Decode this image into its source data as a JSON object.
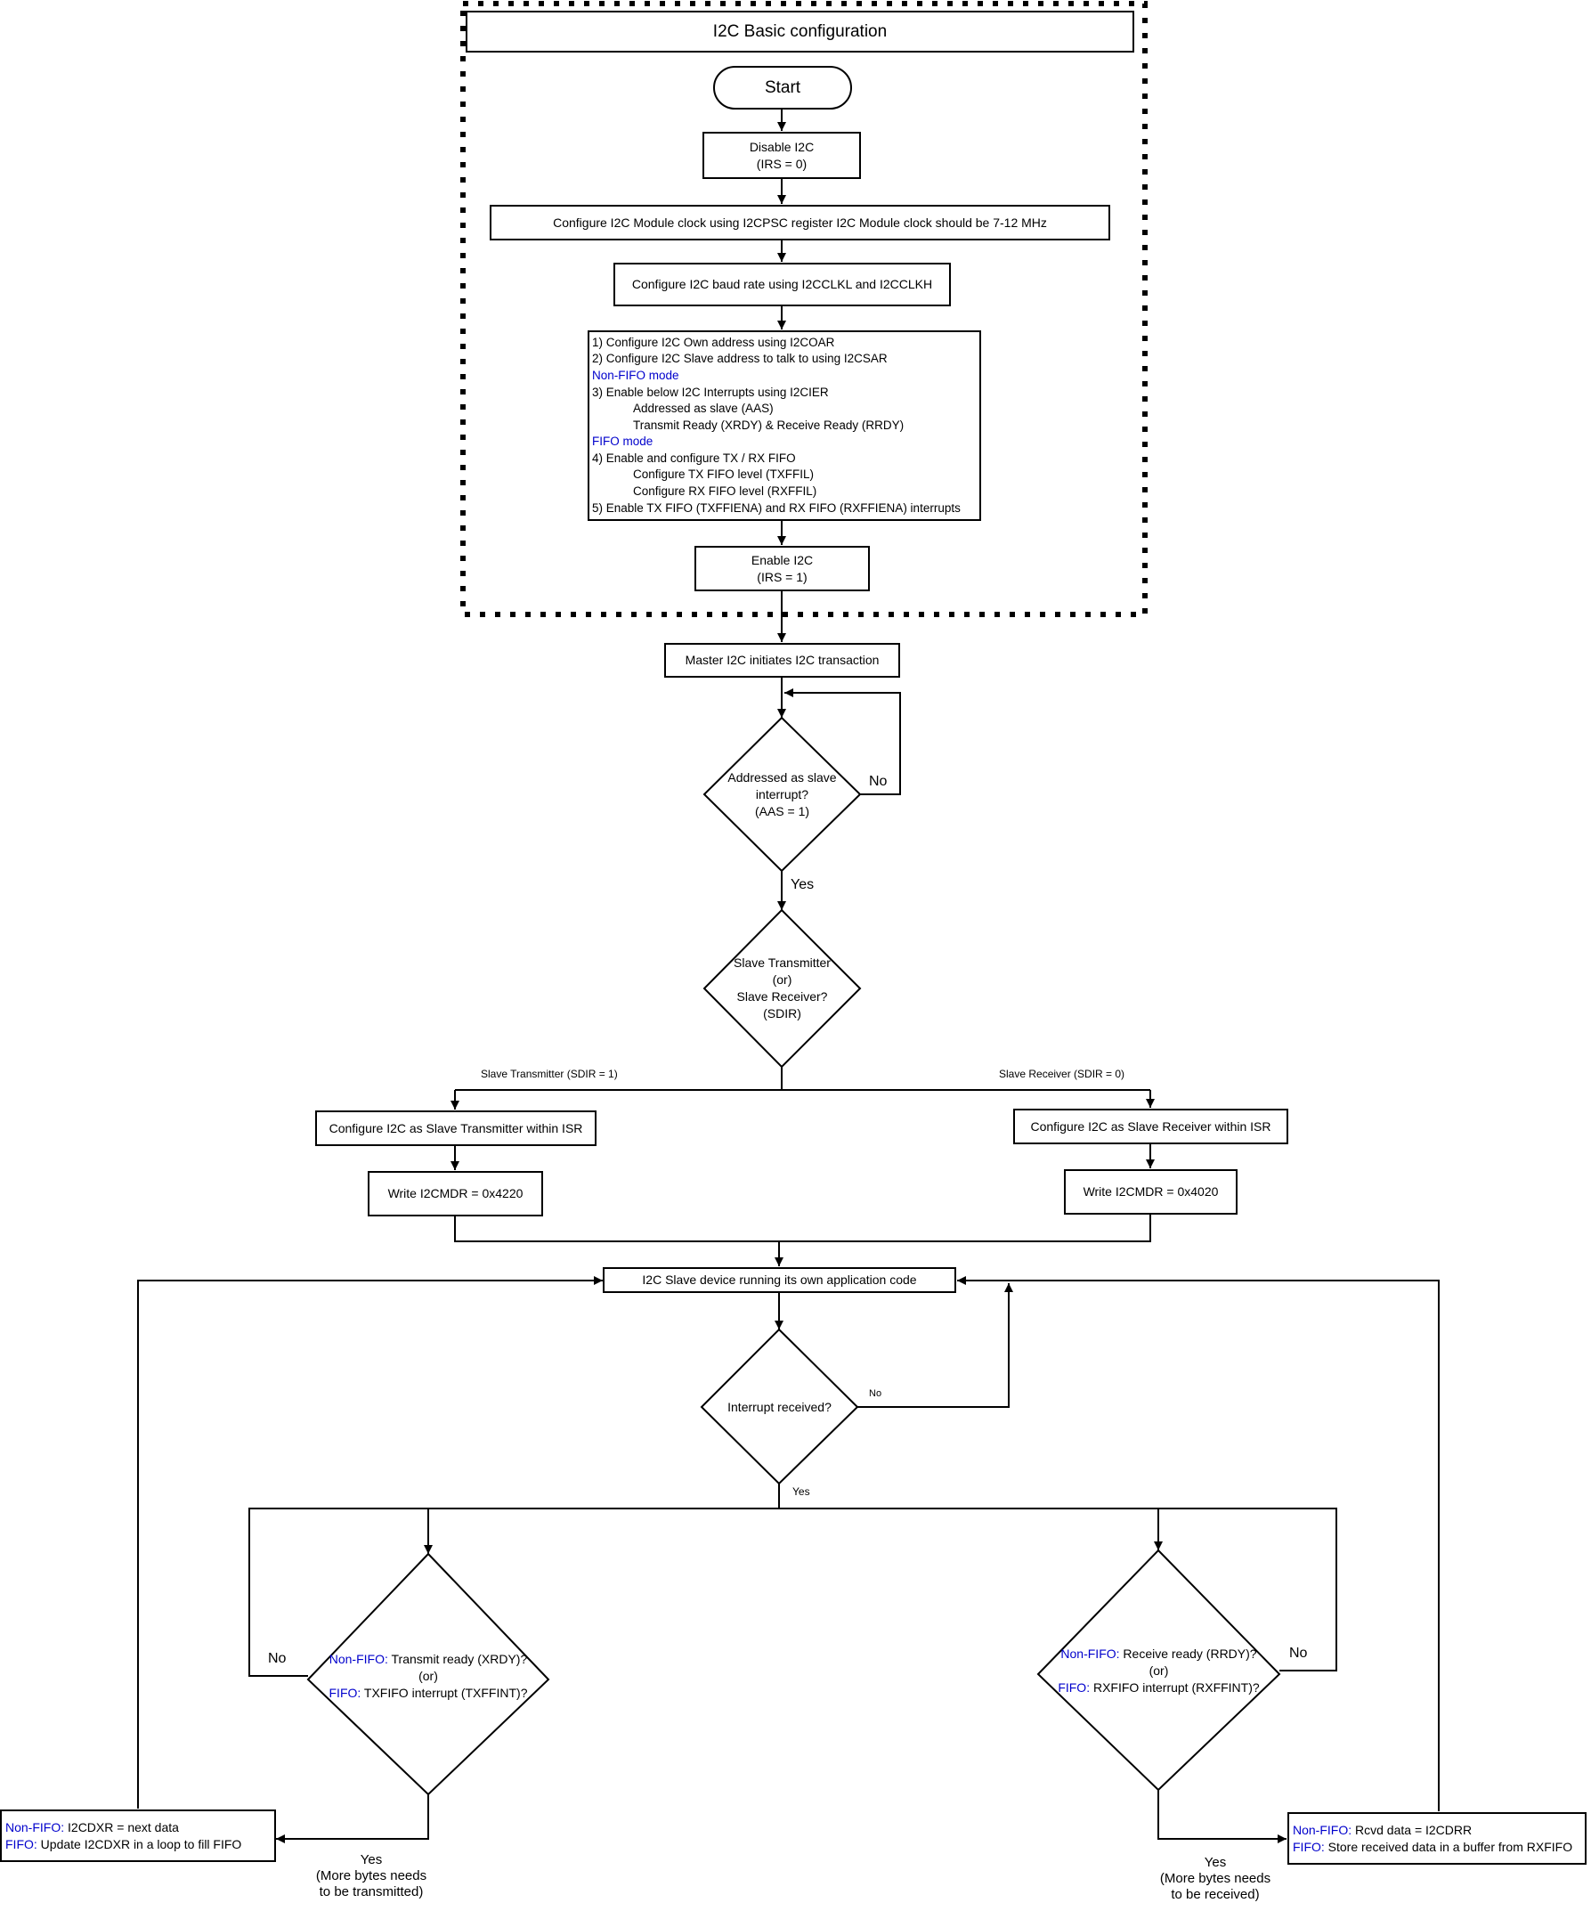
{
  "config_section": {
    "title": "I2C Basic configuration"
  },
  "start": "Start",
  "disable_i2c": {
    "line1": "Disable I2C",
    "line2": "(IRS = 0)"
  },
  "module_clock": "Configure I2C Module clock using I2CPSC register I2C Module clock should be 7-12 MHz",
  "baud_rate": "Configure I2C baud rate using I2CCLKL and I2CCLKH",
  "config_list": [
    "1) Configure I2C Own address using I2COAR",
    "2) Configure I2C Slave address to talk to using I2CSAR",
    "Non-FIFO mode",
    "3) Enable below I2C Interrupts using I2CIER",
    "Addressed as slave (AAS)",
    "Transmit Ready (XRDY) & Receive Ready (RRDY)",
    "FIFO mode",
    "4) Enable and configure TX / RX FIFO",
    "Configure TX FIFO level (TXFFIL)",
    "Configure RX FIFO level (RXFFIL)",
    "5) Enable TX FIFO (TXFFIENA) and RX FIFO (RXFFIENA) interrupts"
  ],
  "enable_i2c": {
    "line1": "Enable I2C",
    "line2": "(IRS = 1)"
  },
  "master_initiates": "Master I2C initiates I2C transaction",
  "aas_decision": {
    "line1": "Addressed as slave",
    "line2": "interrupt?",
    "line3": "(AAS = 1)"
  },
  "sdir_decision": {
    "line1": "Slave Transmitter",
    "line2": "(or)",
    "line3": "Slave Receiver?",
    "line4": "(SDIR)"
  },
  "branch_tx_label": "Slave Transmitter (SDIR = 1)",
  "branch_rx_label": "Slave Receiver (SDIR = 0)",
  "config_tx": "Configure I2C as Slave Transmitter within ISR",
  "config_rx": "Configure I2C as Slave Receiver within ISR",
  "write_tx": "Write I2CMDR = 0x4220",
  "write_rx": "Write I2CMDR = 0x4020",
  "app_code": "I2C Slave device running its own application code",
  "interrupt_decision": "Interrupt received?",
  "tx_decision": {
    "nonfifo_tag": "Non-FIFO:",
    "nonfifo_text": " Transmit ready (XRDY)?",
    "or": "(or)",
    "fifo_tag": "FIFO:",
    "fifo_text": " TXFIFO interrupt (TXFFINT)?"
  },
  "rx_decision": {
    "nonfifo_tag": "Non-FIFO:",
    "nonfifo_text": " Receive ready (RRDY)?",
    "or": "(or)",
    "fifo_tag": "FIFO:",
    "fifo_text": " RXFIFO interrupt (RXFFINT)?"
  },
  "tx_action": {
    "nonfifo_tag": "Non-FIFO:",
    "nonfifo_text": " I2CDXR = next data",
    "fifo_tag": "FIFO:",
    "fifo_text": " Update I2CDXR in a loop to fill FIFO"
  },
  "rx_action": {
    "nonfifo_tag": "Non-FIFO:",
    "nonfifo_text": " Rcvd data = I2CDRR",
    "fifo_tag": "FIFO:",
    "fifo_text": " Store received data in a buffer from RXFIFO"
  },
  "labels": {
    "no": "No",
    "yes": "Yes",
    "tx_yes": [
      "Yes",
      "(More bytes needs",
      "to be transmitted)"
    ],
    "rx_yes": [
      "Yes",
      "(More bytes needs",
      "to be received)"
    ]
  },
  "colors": {
    "line": "#000000",
    "mode_text": "#0000cc",
    "background": "#ffffff"
  }
}
